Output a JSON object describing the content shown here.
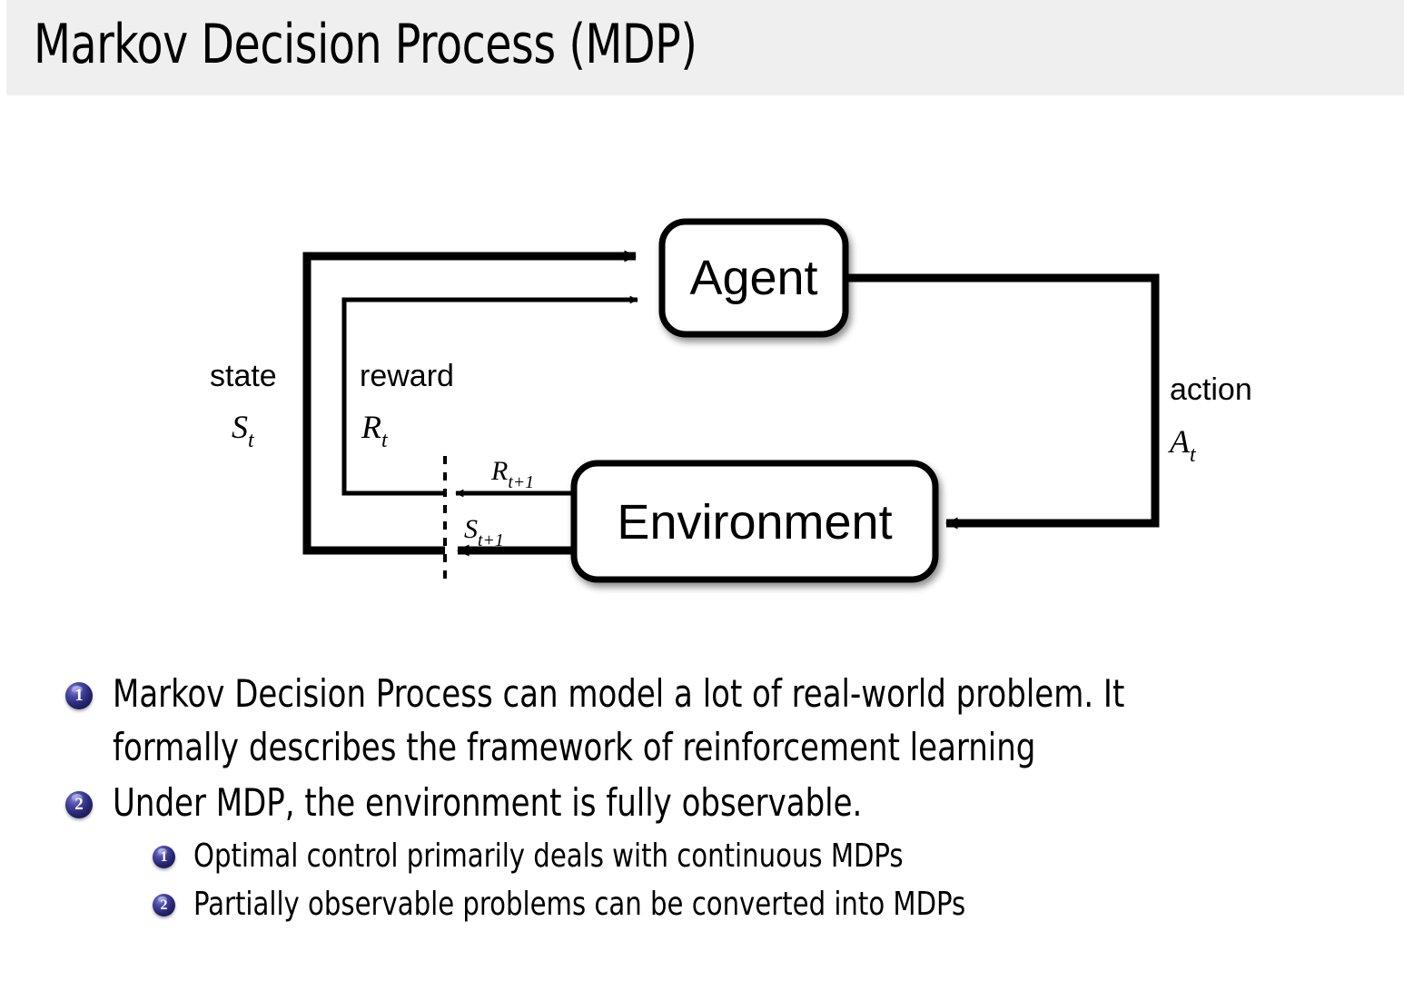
{
  "slide": {
    "title": "Markov Decision Process (MDP)",
    "header_bg": "#efeff0",
    "bullet_color": "#262673"
  },
  "diagram": {
    "name": "agent-environment-interaction-loop",
    "nodes": [
      {
        "id": "agent",
        "label": "Agent"
      },
      {
        "id": "environment",
        "label": "Environment"
      }
    ],
    "edge_labels": {
      "state_word": "state",
      "state_symbol": "S",
      "state_symbol_sub": "t",
      "reward_word": "reward",
      "reward_symbol": "R",
      "reward_symbol_sub": "t",
      "action_word": "action",
      "action_symbol": "A",
      "action_symbol_sub": "t",
      "reward_next_symbol": "R",
      "reward_next_sub": "t+1",
      "state_next_symbol": "S",
      "state_next_sub": "t+1"
    }
  },
  "bullets": [
    {
      "number": "1",
      "line1": "Markov Decision Process can model a lot of real-world problem. It",
      "line2": "formally describes the framework of reinforcement learning",
      "children": []
    },
    {
      "number": "2",
      "line1": "Under MDP, the environment is fully observable.",
      "line2": "",
      "children": [
        {
          "number": "1",
          "text": "Optimal control primarily deals with continuous MDPs"
        },
        {
          "number": "2",
          "text": "Partially observable problems can be converted into MDPs"
        }
      ]
    }
  ]
}
